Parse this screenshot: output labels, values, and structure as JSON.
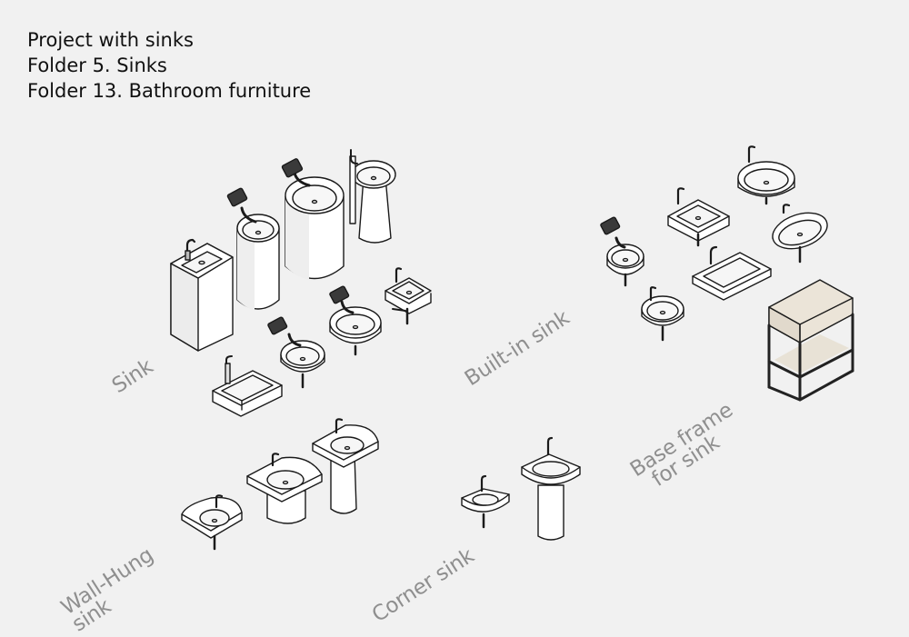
{
  "title_lines": [
    "Project with sinks",
    "Folder 5. Sinks",
    "Folder 13. Bathroom furniture"
  ],
  "categories": {
    "sink": [
      "Sink"
    ],
    "built_in": [
      "Built-in sink"
    ],
    "wall_hung": [
      "Wall-Hung",
      "sink"
    ],
    "corner": [
      "Corner sink"
    ],
    "base_frame": [
      "Base frame",
      "for sink"
    ]
  },
  "colors": {
    "background": "#f1f1f1",
    "outline": "#1a1a1a",
    "fill": "#ffffff",
    "shade": "#dedede",
    "dark": "#3a3a3a",
    "label": "#8f8f8f",
    "wood": "#ebe4d8"
  }
}
